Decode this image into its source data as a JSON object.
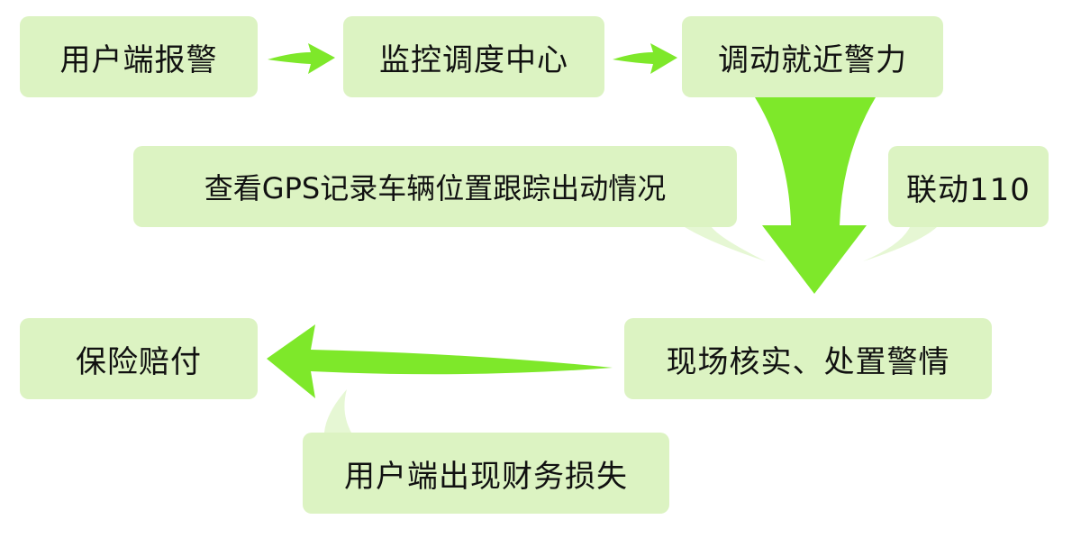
{
  "colors": {
    "box_fill": "#dcf3c2",
    "arrow_green": "#7ee82a",
    "bubble_fill": "#e6f7d4",
    "text": "#111111"
  },
  "nodes": {
    "report": "用户端报警",
    "monitor": "监控调度中心",
    "dispatch": "调动就近警力",
    "gps": "查看GPS记录车辆位置跟踪出动情况",
    "link110": "联动110",
    "verify": "现场核实、处置警情",
    "insurance": "保险赔付",
    "loss": "用户端出现财务损失"
  }
}
